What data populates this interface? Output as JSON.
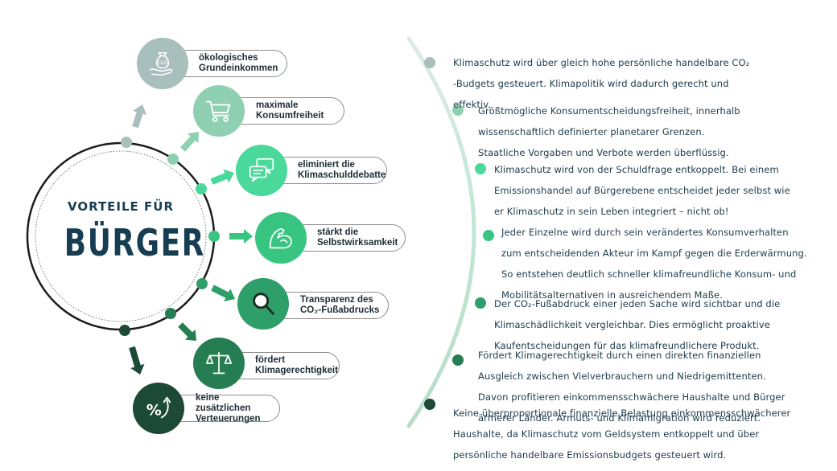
{
  "center": {
    "small_label": "VORTEILE FÜR",
    "big_label": "BÜRGER"
  },
  "benefits": [
    {
      "label": "ökologisches\nGrundeinkommen",
      "icon": "money-bag-hand-icon",
      "color": "#a9bfbd"
    },
    {
      "label": "maximale\nKonsumfreiheit",
      "icon": "shopping-cart-icon",
      "color": "#8fd0b3"
    },
    {
      "label": "eliminiert die\nKlimaschulddebatte",
      "icon": "chat-bubbles-icon",
      "color": "#4ad99b"
    },
    {
      "label": "stärkt die\nSelbstwirksamkeit",
      "icon": "flexed-arm-icon",
      "color": "#38c582"
    },
    {
      "label": "Transparenz des\nCO₂-Fußabdrucks",
      "icon": "magnifier-icon",
      "color": "#2e9f68"
    },
    {
      "label": "fördert\nKlimagerechtigkeit",
      "icon": "scales-icon",
      "color": "#267d52"
    },
    {
      "label": "keine zusätzlichen\nVerteuerungen",
      "icon": "percent-arrow-icon",
      "color": "#1c4a36"
    }
  ],
  "descriptions": [
    [
      "Klimaschutz wird über gleich hohe persönliche handelbare CO₂",
      "-Budgets gesteuert. Klimapolitik wird dadurch gerecht und",
      "effektiv."
    ],
    [
      "Größtmögliche Konsumentscheidungsfreiheit, innerhalb",
      "wissenschaftlich definierter planetarer Grenzen.",
      "Staatliche Vorgaben und Verbote werden überflüssig."
    ],
    [
      "Klimaschutz wird von der Schuldfrage entkoppelt. Bei einem",
      "Emissionshandel auf Bürgerebene entscheidet jeder selbst wie",
      "er Klimaschutz in sein Leben integriert – nicht ob!"
    ],
    [
      "Jeder Einzelne wird durch sein verändertes Konsumverhalten",
      "zum entscheidenden Akteur im Kampf gegen die Erderwärmung.",
      "So entstehen deutlich schneller klimafreundliche Konsum- und",
      "Mobilitätsalternativen in ausreichendem Maße."
    ],
    [
      "Der CO₂-Fußabdruck einer jeden Sache wird sichtbar und die",
      "Klimaschädlichkeit vergleichbar. Dies ermöglicht proaktive",
      "Kaufentscheidungen für das klimafreundlichere Produkt."
    ],
    [
      "Fördert Klimagerechtigkeit durch einen direkten finanziellen",
      "Ausgleich zwischen Vielverbrauchern und Niedrigemittenten.",
      "Davon profitieren einkommensschwächere Haushalte und Bürger",
      "ärmerer Länder. Armuts- und Klimamigration wird reduziert."
    ],
    [
      "Keine überproportionale finanzielle Belastung einkommensschwächerer",
      "Haushalte, da Klimaschutz vom Geldsystem entkoppelt und über",
      "persönliche handelbare Emissionsbudgets gesteuert wird."
    ]
  ]
}
